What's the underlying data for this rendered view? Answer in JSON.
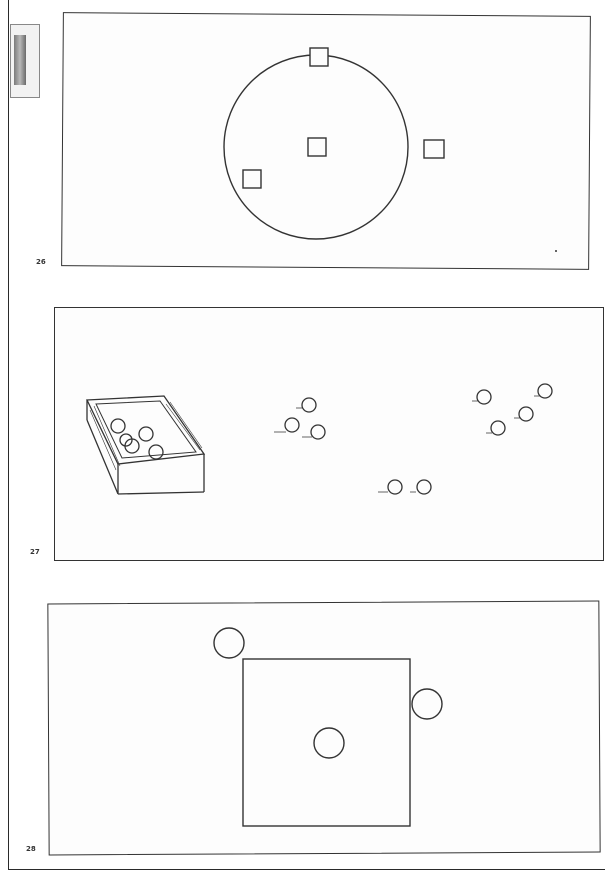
{
  "figures": [
    {
      "id": "26",
      "label": "26",
      "description_items": [
        "large-circle",
        "square-top",
        "square-center",
        "square-left",
        "square-right"
      ]
    },
    {
      "id": "27",
      "label": "27",
      "description_items": [
        "open-box-with-balls",
        "ball-group-middle",
        "ball-group-right",
        "ball-group-bottom"
      ]
    },
    {
      "id": "28",
      "label": "28",
      "description_items": [
        "large-square",
        "circle-top-left",
        "circle-right",
        "circle-center"
      ]
    }
  ],
  "colors": {
    "ink": "#333333",
    "paper": "#fdfdfd"
  }
}
